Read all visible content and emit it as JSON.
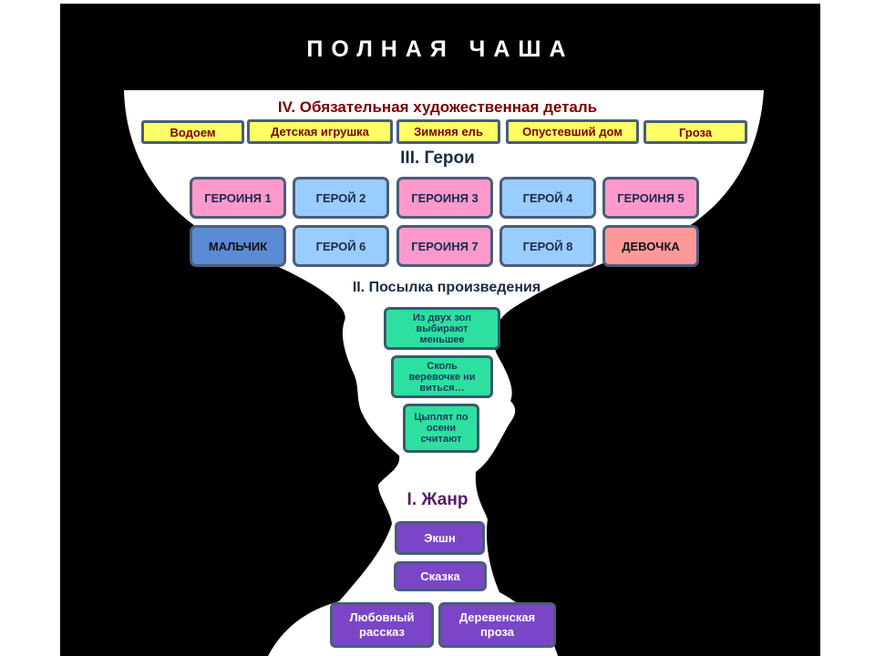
{
  "title": "ПОЛНАЯ ЧАША",
  "section4": {
    "heading": "IV. Обязательная художественная деталь",
    "items": [
      "Водоем",
      "Детская игрушка",
      "Зимняя  ель",
      "Опустевший дом",
      "Гроза"
    ]
  },
  "section3": {
    "heading": "III. Герои",
    "row1": [
      "ГЕРОИНЯ 1",
      "ГЕРОЙ 2",
      "ГЕРОИНЯ 3",
      "ГЕРОЙ 4",
      "ГЕРОИНЯ 5"
    ],
    "row2": [
      "МАЛЬЧИК",
      "ГЕРОЙ 6",
      "ГЕРОИНЯ 7",
      "ГЕРОЙ 8",
      "ДЕВОЧКА"
    ]
  },
  "section2": {
    "heading": "II. Посылка произведения",
    "items": [
      "Из двух зол выбирают меньшее",
      "Сколь веревочке ни виться…",
      "Цыплят по осени считают"
    ]
  },
  "section1": {
    "heading": "I. Жанр",
    "items": [
      "Экшн",
      "Сказка",
      "Любовный рассказ",
      "Деревенская проза"
    ]
  },
  "colors": {
    "background": "#000000",
    "vase": "#ffffff",
    "detail_fill": "#ffff66",
    "heroine_fill": "#ff99cc",
    "hero_fill": "#99ccff",
    "boy_fill": "#5b8bd4",
    "girl_fill": "#ff9999",
    "premise_fill": "#2de0a0",
    "genre_fill": "#7b45c8"
  }
}
